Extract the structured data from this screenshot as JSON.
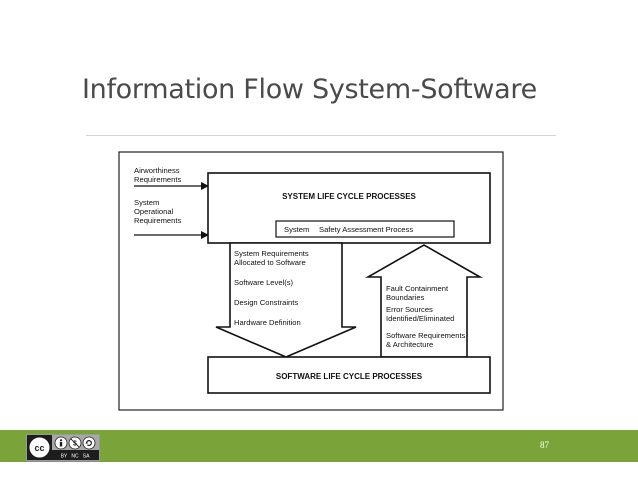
{
  "slide": {
    "title": "Information Flow System-Software",
    "page_number": "87"
  },
  "diagram": {
    "inputs": [
      [
        "Airworthiness",
        "Requirements"
      ],
      [
        "System",
        "Operational",
        "Requirements"
      ]
    ],
    "system_box": "SYSTEM LIFE CYCLE PROCESSES",
    "safety_box_left": "System",
    "safety_box_right": "Safety Assessment Process",
    "down_arrow_items": [
      [
        "System Requirements",
        "Allocated to Software"
      ],
      [
        "Software Level(s)"
      ],
      [
        "Design Constraints"
      ],
      [
        "Hardware Definition"
      ]
    ],
    "up_arrow_items": [
      [
        "Fault Containment",
        "Boundaries"
      ],
      [
        "Error Sources",
        "Identified/Eliminated"
      ],
      [
        "Software Requirements",
        "& Architecture"
      ]
    ],
    "software_box": "SOFTWARE LIFE CYCLE PROCESSES"
  },
  "footer": {
    "license_badge": "cc-by-nc-sa-badge",
    "license_text": "BY   NC   SA",
    "color": "#7aa33a"
  }
}
